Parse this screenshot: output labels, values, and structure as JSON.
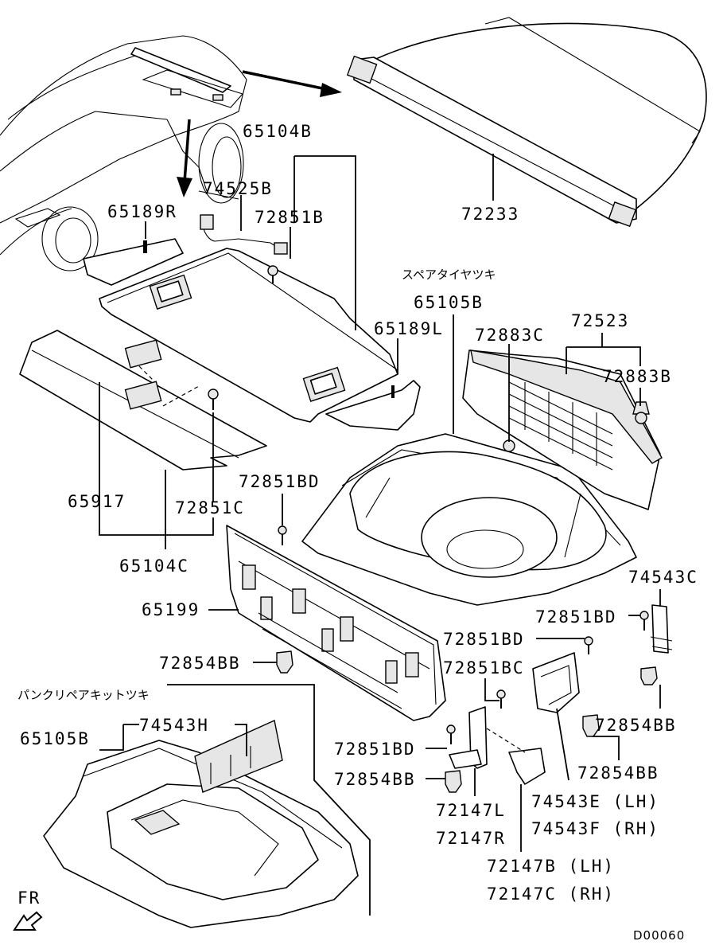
{
  "labels": {
    "p65104B": "65104B",
    "p74525B": "74525B",
    "p72851B": "72851B",
    "p65189R": "65189R",
    "p72233": "72233",
    "spare_tire_note": "スペアタイヤツキ",
    "p65105B_top": "65105B",
    "p65189L": "65189L",
    "p72883C": "72883C",
    "p72523": "72523",
    "p72883B": "72883B",
    "p72851BD_a": "72851BD",
    "p65917": "65917",
    "p72851C": "72851C",
    "p65104C": "65104C",
    "p65199": "65199",
    "p74543C": "74543C",
    "p72851BD_b": "72851BD",
    "p72851BD_c": "72851BD",
    "p72854BB_a": "72854BB",
    "p72851BC": "72851BC",
    "puncture_kit_note": "パンクリペアキットツキ",
    "p74543H": "74543H",
    "p65105B_bottom": "65105B",
    "p72854BB_b": "72854BB",
    "p72851BD_d": "72851BD",
    "p72854BB_c": "72854BB",
    "p72854BB_d": "72854BB",
    "p72147L": "72147L",
    "p74543E": "74543E (LH)",
    "p72147R": "72147R",
    "p74543F": "74543F (RH)",
    "p72147B": "72147B (LH)",
    "p72147C": "72147C (RH)",
    "front_marker": "FR",
    "diagram_code": "D00060"
  }
}
